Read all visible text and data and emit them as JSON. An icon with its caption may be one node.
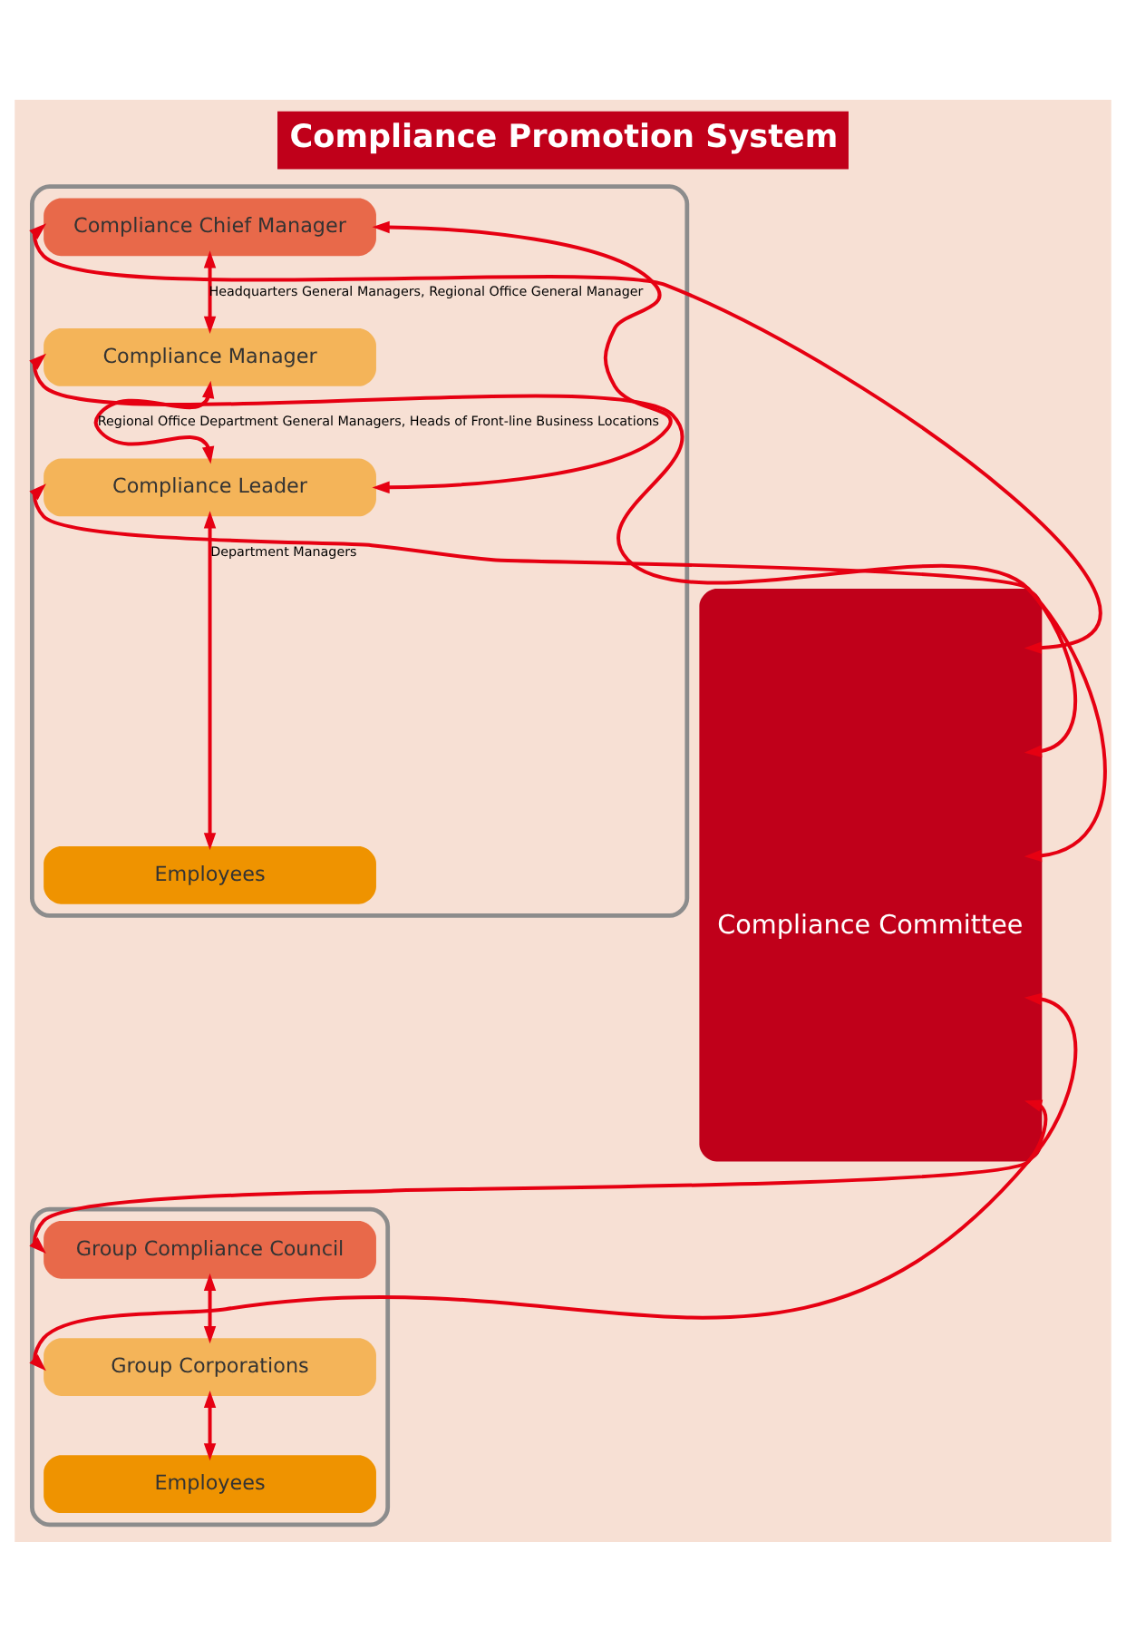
{
  "diagram": {
    "title": "Compliance Promotion System",
    "nodes": [
      {
        "text": [
          "Compliance Committee"
        ]
      },
      {
        "text": [],
        "shape": "box"
      },
      {
        "text": [
          "Compliance Chief Manager"
        ],
        "in": 1
      },
      {
        "text": [
          "Compliance Manager"
        ],
        "in": 1
      },
      {
        "text": [
          "Compliance Leader"
        ],
        "in": 1
      },
      {
        "text": [
          "Employees"
        ],
        "in": 1
      },
      {
        "text": [],
        "shape": "box"
      },
      {
        "text": [
          "Group Compliance Council"
        ],
        "in": 6
      },
      {
        "text": [
          "Group Corporations"
        ],
        "in": 6
      },
      {
        "text": [
          "Employees"
        ],
        "in": 6
      }
    ],
    "edges": [
      {
        "from": 0,
        "to": 2,
        "arrow": "both"
      },
      {
        "from": 0,
        "to": 3,
        "arrow": "both"
      },
      {
        "from": 0,
        "to": 4,
        "arrow": "both"
      },
      {
        "from": 2,
        "to": 3,
        "arrow": "both",
        "label": "Headquarters General Managers, Regional Office General Manager"
      },
      {
        "from": 3,
        "to": 4,
        "arrow": "both",
        "label": "Regional Office Department General Managers, Heads of Front-line Business Locations"
      },
      {
        "from": 4,
        "to": 5,
        "arrow": "both",
        "label": "Department Managers"
      },
      {
        "from": 2,
        "to": 4,
        "arrow": "both"
      },
      {
        "from": 0,
        "to": 7,
        "arrow": "both"
      },
      {
        "from": 0,
        "to": 8,
        "arrow": "both"
      },
      {
        "from": 7,
        "to": 8,
        "arrow": "both"
      },
      {
        "from": 8,
        "to": 9,
        "arrow": "both"
      }
    ]
  }
}
